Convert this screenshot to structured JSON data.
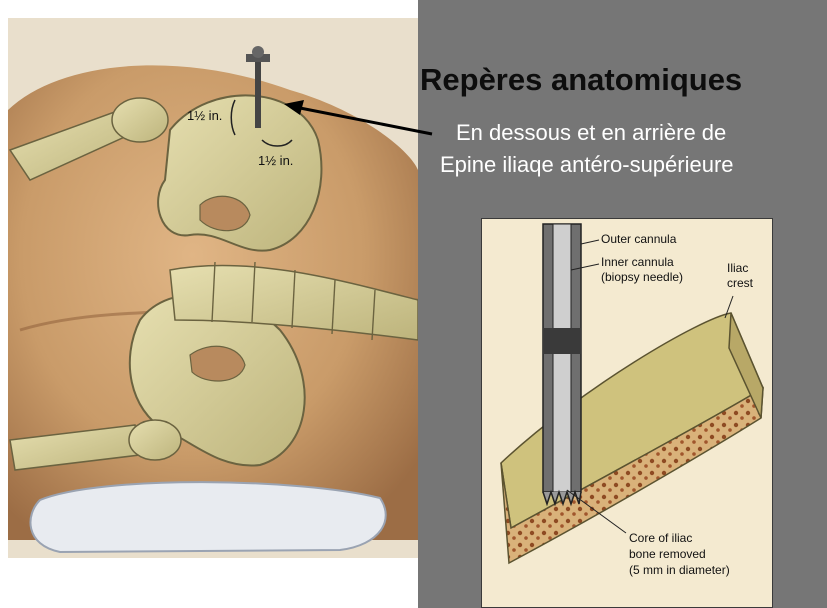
{
  "slide": {
    "title": "Repères anatomiques",
    "subtitle_lines": [
      "En dessous et en arrière de",
      "Epine iliaqe antéro-supérieure"
    ]
  },
  "left_illustration": {
    "measure_vertical": "1½ in.",
    "measure_horizontal": "1½ in."
  },
  "inset_illustration": {
    "labels": {
      "outer_cannula": "Outer cannula",
      "inner_cannula_1": "Inner cannula",
      "inner_cannula_2": "(biopsy needle)",
      "iliac_1": "Iliac",
      "iliac_2": "crest",
      "core_1": "Core of iliac",
      "core_2": "bone removed",
      "core_3": "(5 mm in diameter)"
    }
  },
  "colors": {
    "panel": "#767676",
    "skin": "#c99b69",
    "bone": "#d6cf9c",
    "marrow": "#a0562c",
    "inset_bg": "#f4ead0"
  }
}
